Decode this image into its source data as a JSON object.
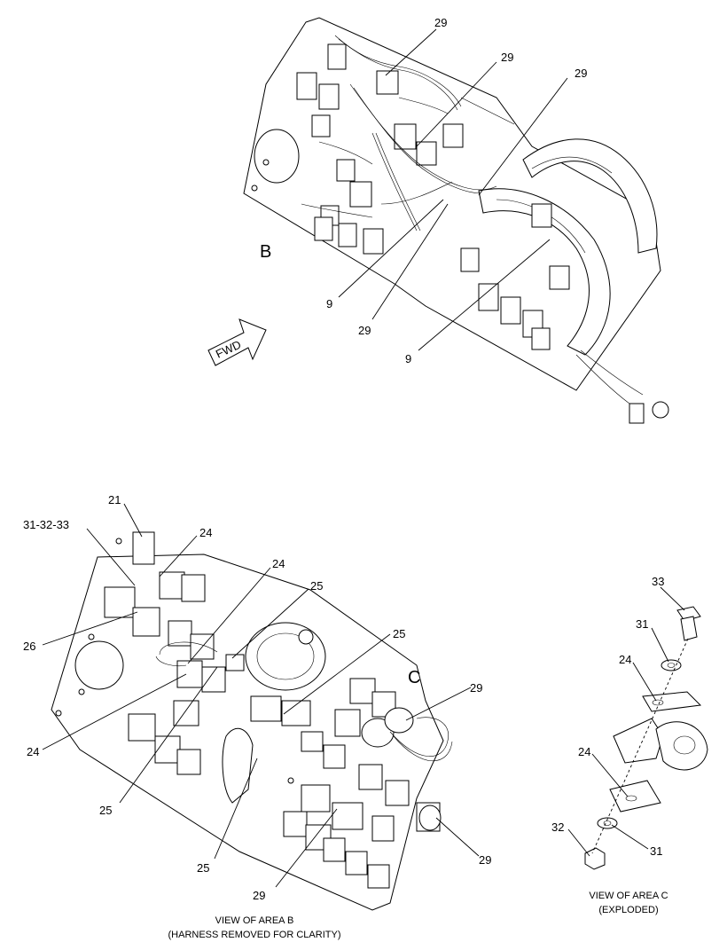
{
  "top_view": {
    "area_label": "B",
    "fwd_label": "FWD",
    "callouts": [
      "29",
      "29",
      "29",
      "9",
      "29",
      "9"
    ]
  },
  "area_b_view": {
    "area_label": "C",
    "callouts": [
      "21",
      "31-32-33",
      "24",
      "24",
      "25",
      "25",
      "26",
      "24",
      "25",
      "25",
      "29",
      "29",
      "29"
    ],
    "caption_line1": "VIEW OF AREA  B",
    "caption_line2": "(HARNESS REMOVED FOR CLARITY)"
  },
  "area_c_view": {
    "callouts": [
      "33",
      "31",
      "24",
      "24",
      "32",
      "31"
    ],
    "caption_line1": "VIEW OF AREA C",
    "caption_line2": "(EXPLODED)"
  }
}
